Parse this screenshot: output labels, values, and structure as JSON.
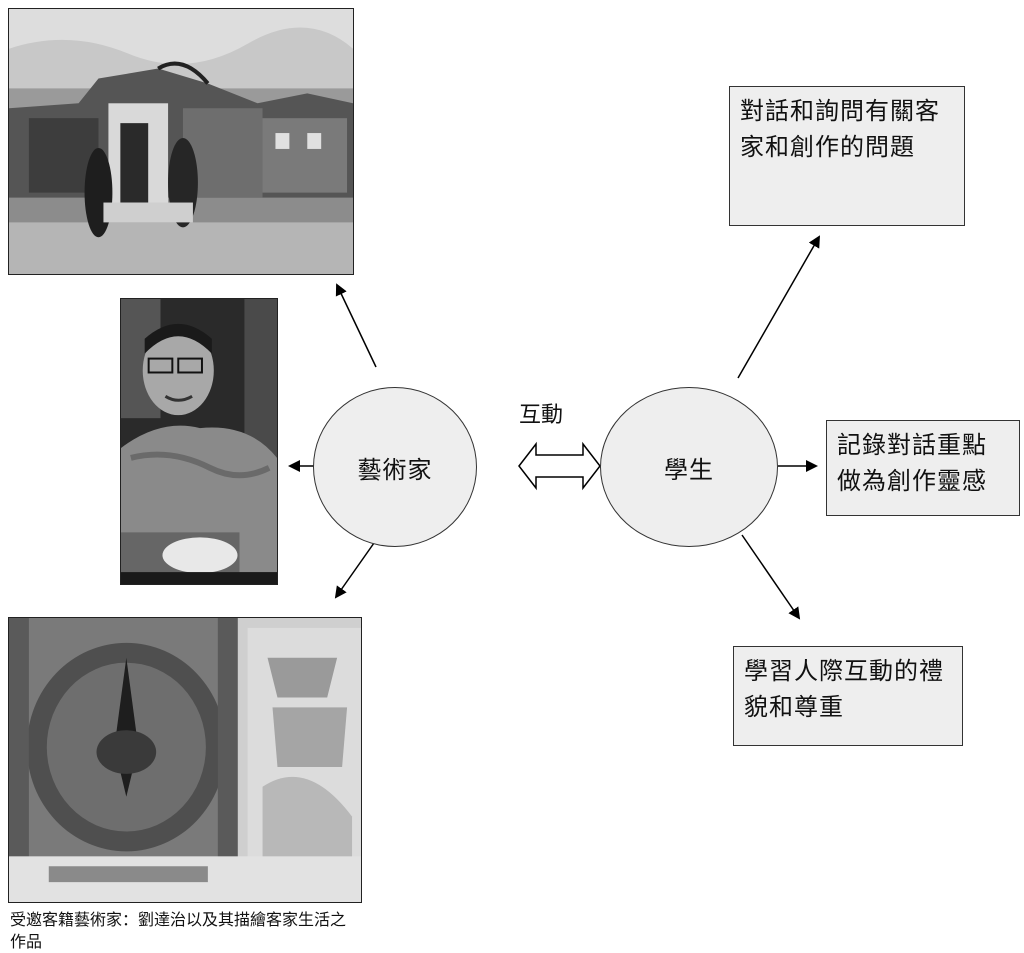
{
  "nodes": {
    "artist": "藝術家",
    "student": "學生"
  },
  "interaction_label": "互動",
  "boxes": {
    "dialogue": "對話和詢問有關客家和創作的問題",
    "record": "記錄對話重點做為創作靈感",
    "learn": "學習人際互動的禮貌和尊重"
  },
  "caption": "受邀客籍藝術家：劉達治以及其描繪客家生活之作品"
}
